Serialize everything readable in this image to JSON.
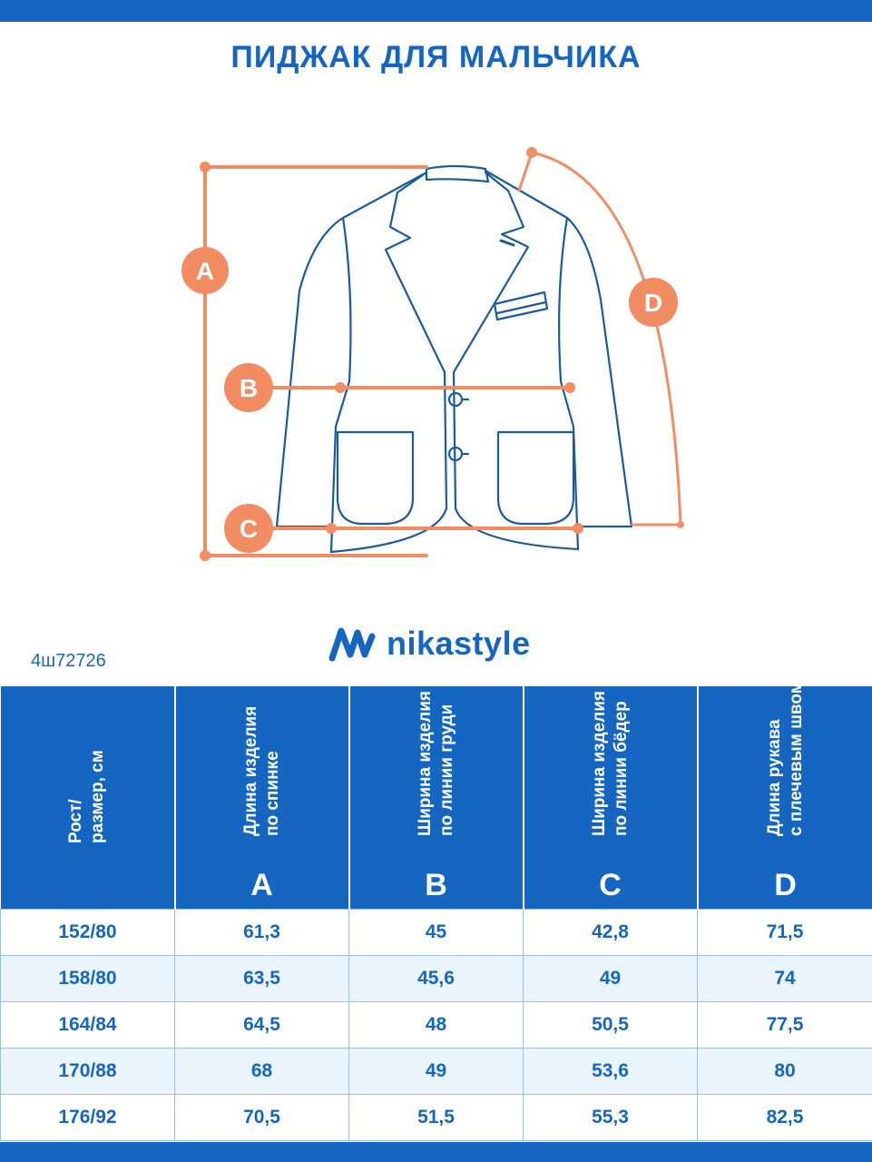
{
  "title": "ПИДЖАК ДЛЯ МАЛЬЧИКА",
  "diagram": {
    "labels": {
      "a": "A",
      "b": "B",
      "c": "C",
      "d": "D"
    },
    "colors": {
      "measure": "#f28c63",
      "outline": "#1a5a9e"
    }
  },
  "brand": {
    "name": "nikastyle",
    "logo_icon": "nikastyle-wave-logo",
    "color": "#1566c0"
  },
  "article": "4ш72726",
  "table": {
    "headers": [
      {
        "lines": [
          "Рост/",
          "размер, см"
        ],
        "letter": ""
      },
      {
        "lines": [
          "Длина изделия",
          "по спинке"
        ],
        "letter": "A"
      },
      {
        "lines": [
          "Ширина изделия",
          "по линии груди"
        ],
        "letter": "B"
      },
      {
        "lines": [
          "Ширина изделия",
          "по линии бёдер"
        ],
        "letter": "C"
      },
      {
        "lines": [
          "Длина рукава",
          "с плечевым швом"
        ],
        "letter": "D"
      }
    ],
    "rows": [
      [
        "152/80",
        "61,3",
        "45",
        "42,8",
        "71,5"
      ],
      [
        "158/80",
        "63,5",
        "45,6",
        "49",
        "74"
      ],
      [
        "164/84",
        "64,5",
        "48",
        "50,5",
        "77,5"
      ],
      [
        "170/88",
        "68",
        "49",
        "53,6",
        "80"
      ],
      [
        "176/92",
        "70,5",
        "51,5",
        "55,3",
        "82,5"
      ]
    ]
  }
}
